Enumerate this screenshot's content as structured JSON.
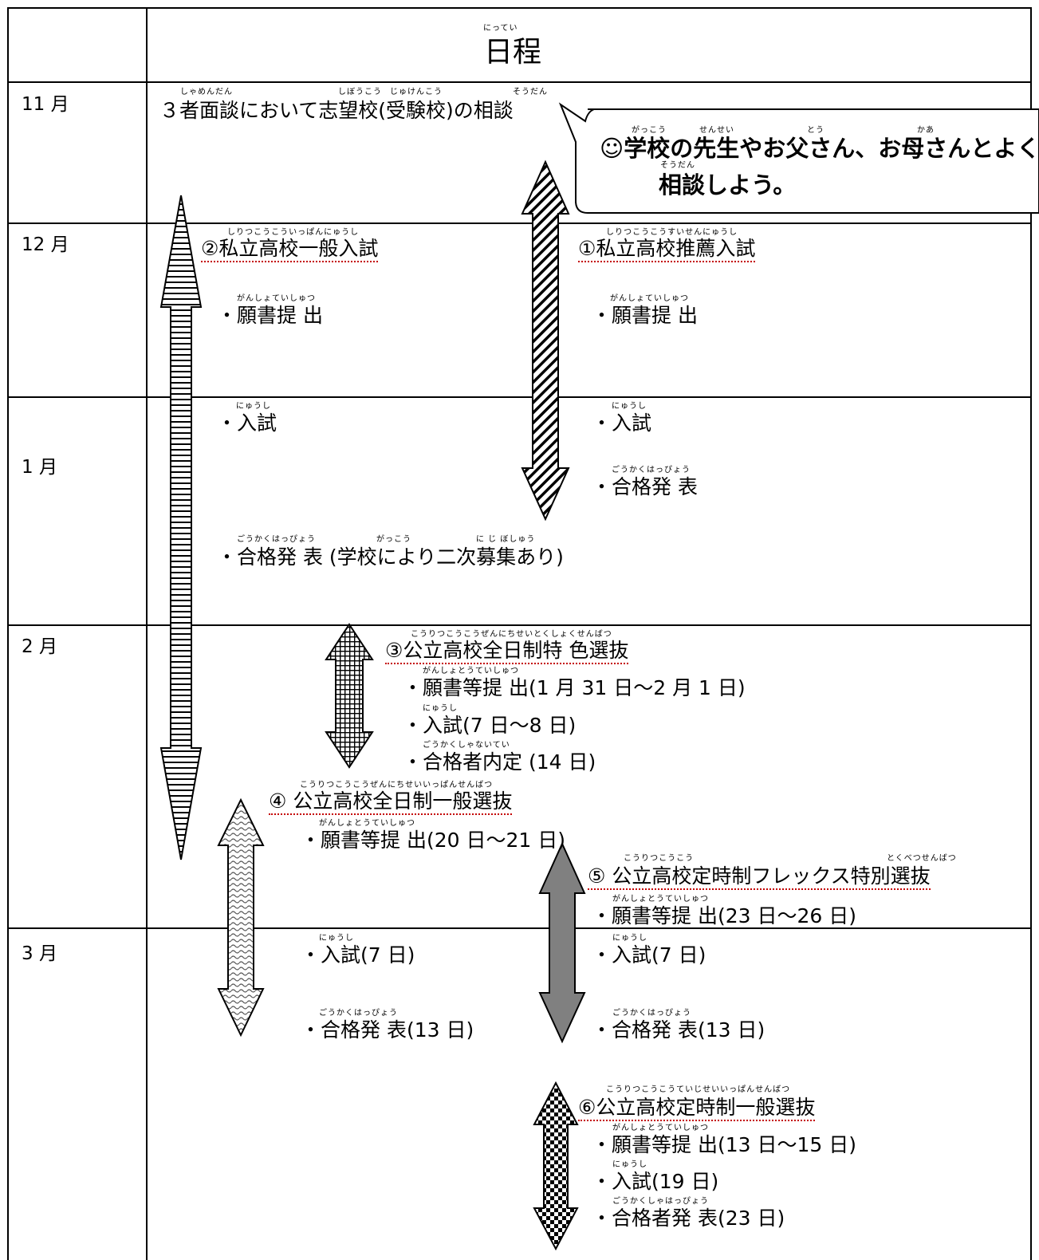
{
  "header": {
    "ruby": "にってい",
    "title": "日程"
  },
  "months": [
    "11 月",
    "12 月",
    "1 月",
    "2 月",
    "3 月"
  ],
  "nov": {
    "r1": "しゃめんだん",
    "r2": "しぼうこう",
    "r3": "じゅけんこう",
    "r4": "そうだん",
    "text": "３者面談において志望校(受験校)の相談"
  },
  "bubble": {
    "line1": "☺学校の先生やお父さん、お母さんとよく",
    "line2": "相談しよう。",
    "r1": "がっこう",
    "r2": "せんせい",
    "r3": "とう",
    "r4": "かあ",
    "r5": "そうだん"
  },
  "section2": {
    "ruby": "しりつこうこういっぱんにゅうし",
    "title": "②私立高校一般入試",
    "gansho_ruby": "がんしょていしゅつ",
    "gansho": "・願書提 出",
    "nyushi_ruby": "にゅうし",
    "nyushi": "・入試",
    "kekka_ruby": "ごうかくはっぴょう",
    "kekka_ruby2": "がっこう",
    "kekka_ruby3": "に じ ぼしゅう",
    "kekka": "・合格発 表 (学校により二次募集あり)"
  },
  "section1": {
    "ruby": "しりつこうこうすいせんにゅうし",
    "title": "①私立高校推薦入試",
    "gansho_ruby": "がんしょていしゅつ",
    "gansho": "・願書提 出",
    "nyushi_ruby": "にゅうし",
    "nyushi": "・入試",
    "kekka_ruby": "ごうかくはっぴょう",
    "kekka": "・合格発 表"
  },
  "section3": {
    "ruby": "こうりつこうこうぜんにちせいとくしょくせんばつ",
    "title": "③公立高校全日制特 色選抜",
    "gansho_ruby": "がんしょとうていしゅつ",
    "gansho": "・願書等提 出(1 月 31 日～2 月 1 日)",
    "nyushi_ruby": "にゅうし",
    "nyushi": "・入試(7 日～8 日)",
    "kekka_ruby": "ごうかくしゃないてい",
    "kekka": "・合格者内定 (14 日)"
  },
  "section4": {
    "ruby": "こうりつこうこうぜんにちせいいっぱんせんばつ",
    "title": "④ 公立高校全日制一般選抜",
    "gansho_ruby": "がんしょとうていしゅつ",
    "gansho": "・願書等提 出(20 日～21 日)",
    "nyushi_ruby": "にゅうし",
    "nyushi": "・入試(7 日)",
    "kekka_ruby": "ごうかくはっぴょう",
    "kekka": "・合格発 表(13 日)"
  },
  "section5": {
    "ruby1": "こうりつこうこう",
    "ruby2": "とくべつせんばつ",
    "title": "⑤ 公立高校定時制フレックス特別選抜",
    "gansho_ruby": "がんしょとうていしゅつ",
    "gansho": "・願書等提 出(23 日～26 日)",
    "nyushi_ruby": "にゅうし",
    "nyushi": "・入試(7 日)",
    "kekka_ruby": "ごうかくはっぴょう",
    "kekka": "・合格発 表(13 日)"
  },
  "section6": {
    "ruby": "こうりつこうこうていじせいいっぱんせんばつ",
    "title": "⑥公立高校定時制一般選抜",
    "gansho_ruby": "がんしょとうていしゅつ",
    "gansho": "・願書等提 出(13 日～15 日)",
    "nyushi_ruby": "にゅうし",
    "nyushi": "・入試(19 日)",
    "kekka_ruby": "ごうかくしゃはっぴょう",
    "kekka": "・合格者発 表(23 日)"
  },
  "colors": {
    "line": "#000000",
    "solid_arrow": "#808080",
    "bubble_fill": "#ffffff"
  }
}
